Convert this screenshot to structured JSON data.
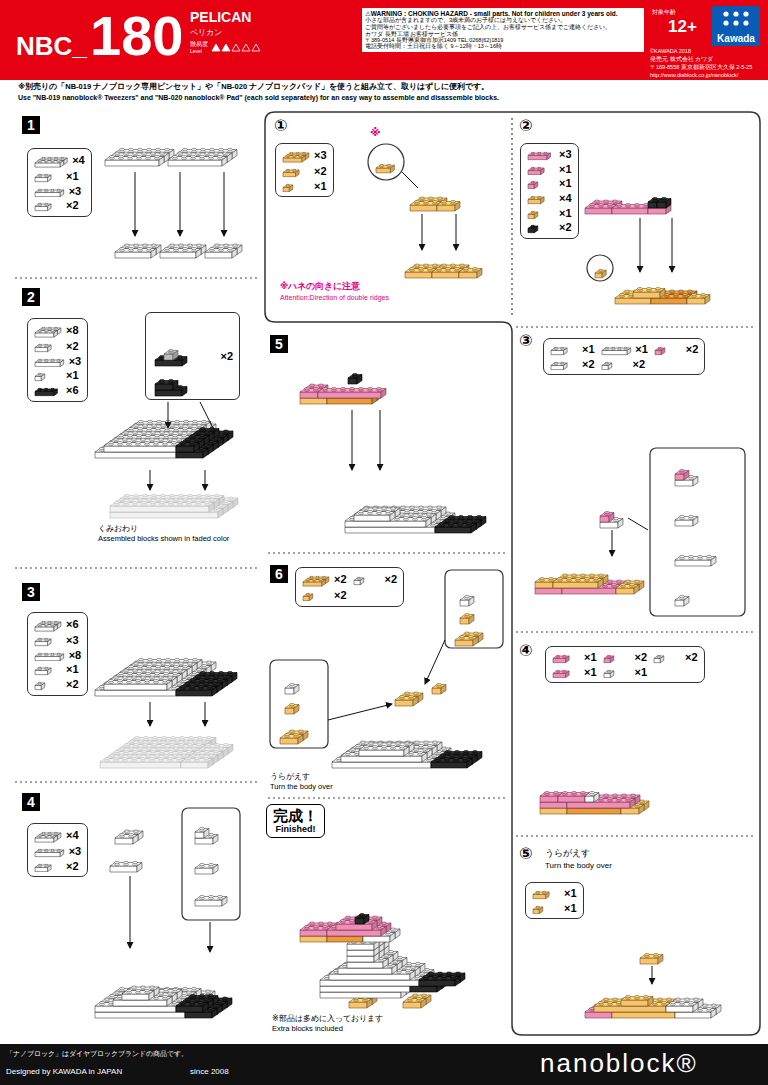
{
  "diagram": {
    "title": "PELICAN",
    "nodes": [
      {
        "text": [
          "⚠WARNING : CHOKING HAZARD - small parts. Not for children under 3 years old.",
          "小さな部品が含まれますので、3歳未満のお子様には与えないでください。",
          "ご質問等がございましたら必要事項をご記入の上、お客様サービス係までご連絡ください。",
          "カワダ 長野工場 お客様サービス係",
          "〒389-0514 長野県東御市加沢1409 TEL:0268(62)1819",
          "電話受付時間：土日祝日を除く 9～12時・13～16時"
        ]
      },
      {
        "text": [
          "Kawada"
        ]
      },
      {
        "text": [
          "1"
        ]
      },
      {
        "text": [
          "×4",
          "×1",
          "×3",
          "×2"
        ]
      },
      {
        "text": [
          "×3",
          "×2",
          "×1"
        ]
      },
      {
        "text": [
          "×3",
          "×1",
          "×1",
          "×4",
          "×1",
          "×2"
        ]
      },
      {
        "text": [
          "2"
        ]
      },
      {
        "text": [
          "×8",
          "×2",
          "×3",
          "×1",
          "×6"
        ]
      },
      {
        "text": [
          "×2"
        ]
      },
      {
        "text": [
          "5"
        ]
      },
      {
        "text": [
          "×1",
          "×1",
          "×2",
          "×2",
          "×2"
        ]
      },
      {
        "text": [
          "3"
        ]
      },
      {
        "text": [
          "×6",
          "×3",
          "×8",
          "×1",
          "×2"
        ]
      },
      {
        "text": [
          "6"
        ]
      },
      {
        "text": [
          "×2",
          "×2",
          "×2"
        ]
      },
      {
        "text": [
          "×1",
          "×2",
          "×2",
          "×1",
          "×1"
        ]
      },
      {
        "text": [
          "4"
        ]
      },
      {
        "text": [
          "×4",
          "×3",
          "×2"
        ]
      },
      {
        "text": [
          "完成！",
          "Finished!"
        ]
      },
      {
        "text": [
          "×1",
          "×1"
        ]
      }
    ],
    "labels": [
      "NBC_",
      "180",
      "ペリカン",
      "難易度",
      "Level",
      "対象年齢",
      "12+",
      "©KAWADA 2018",
      "発売元 株式会社 カワダ",
      "〒169-8558 東京都新宿区大久保 2-5-25",
      "http://www.diablock.co.jp/nanoblock/",
      "※別売りの「NB-019 ナノブロック専用ピンセット」や「NB-020 ナノブロックパッド」を使うと組み立て、取りはずしに便利です。",
      "Use \"NB-019 nanoblock® Tweezers\" and \"NB-020 nanoblock® Pad\" (each sold separately) for an easy way to assemble and disassemble blocks.",
      "①",
      "※",
      "※ハネの向きに注意",
      "Attention:Direction of double ridges",
      "②",
      "くみおわり",
      "Assembled blocks shown in faded color",
      "③",
      "うらがえす",
      "Turn the body over",
      "④",
      "※部品は多めに入っております",
      "Extra blocks included",
      "⑤",
      "うらがえす",
      "Turn the body over",
      "「ナノブロック」はダイヤブロックブランドの商品です。",
      "Designed by KAWADA in JAPAN",
      "since 2008",
      "nanoblock®"
    ]
  }
}
